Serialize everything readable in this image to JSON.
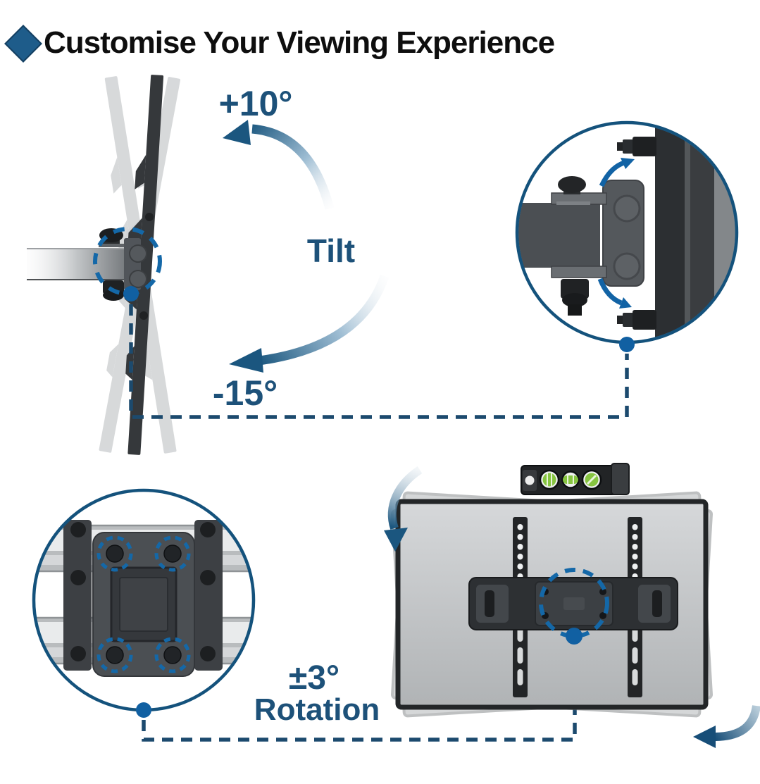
{
  "header": {
    "title": "Customise Your Viewing Experience",
    "bullet_icon": "diamond-icon"
  },
  "tilt": {
    "up_angle": "+10°",
    "label": "Tilt",
    "down_angle": "-15°"
  },
  "rotation": {
    "angle": "±3°",
    "label": "Rotation"
  },
  "icons": {
    "bullet": "diamond-icon",
    "level": "spirit-level-icon",
    "callouts": "dashed-circle-callout",
    "arrows": "curved-gradient-arrow"
  },
  "colors": {
    "accent_blue": "#1e5c8a",
    "label_text": "#1d5179",
    "callout_blue": "#1468a8",
    "connector_navy": "#1c4a6e",
    "arrow_dark": "#1b567f",
    "hardware_dark": "#2e3134",
    "tv_gray": "#c0c3c5",
    "level_green": "#86c440",
    "title_black": "#0e0e0e"
  }
}
